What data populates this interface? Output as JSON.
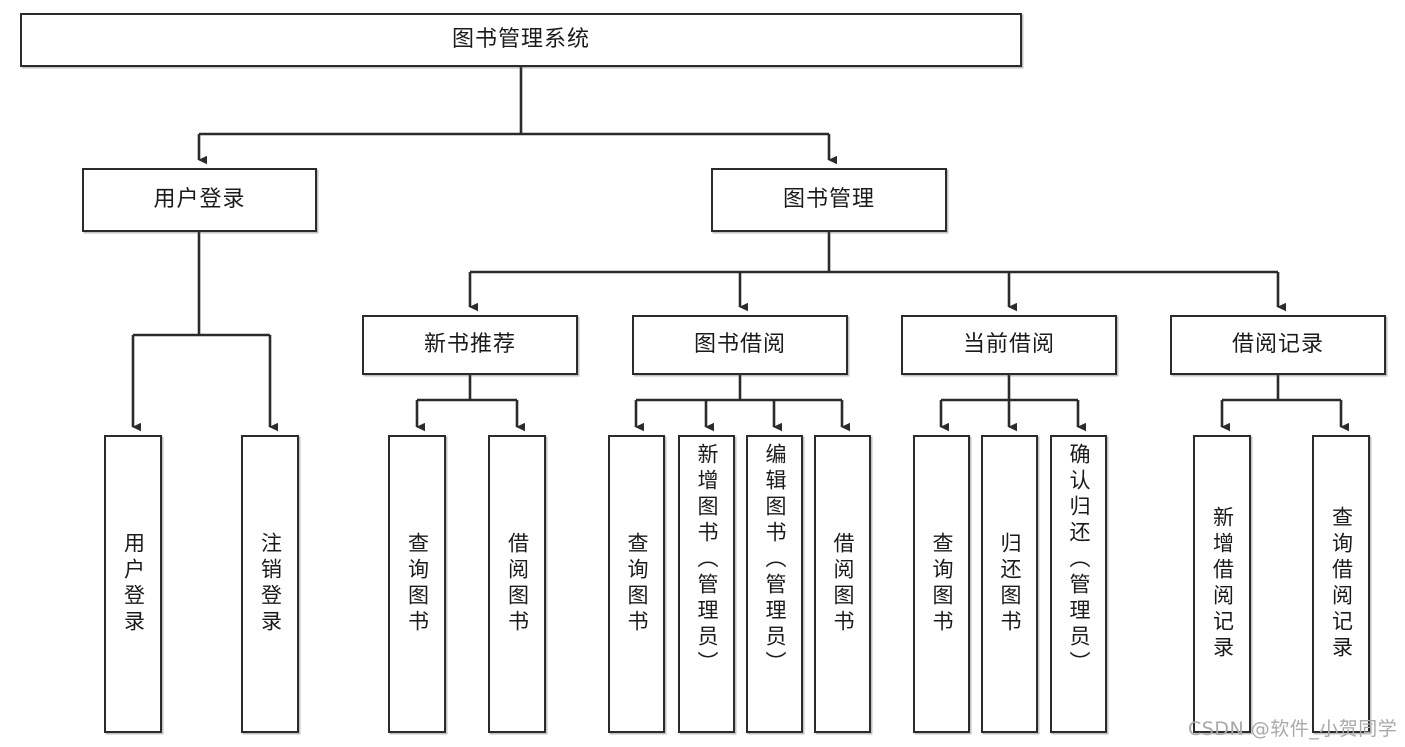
{
  "diagram": {
    "title_node": {
      "label": "图书管理系统"
    },
    "level2": [
      {
        "id": "user-login",
        "label": "用户登录"
      },
      {
        "id": "book-manage",
        "label": "图书管理"
      }
    ],
    "level3": [
      {
        "id": "new-book-recommend",
        "label": "新书推荐"
      },
      {
        "id": "book-borrow",
        "label": "图书借阅"
      },
      {
        "id": "current-borrow",
        "label": "当前借阅"
      },
      {
        "id": "borrow-record",
        "label": "借阅记录"
      }
    ],
    "leaves": {
      "user_login": [
        {
          "id": "leaf-user-login",
          "label": "用户登录"
        },
        {
          "id": "leaf-logout-login",
          "label": "注销登录"
        }
      ],
      "new_book_recommend": [
        {
          "id": "leaf-query-book-1",
          "label": "查询图书"
        },
        {
          "id": "leaf-borrow-book-1",
          "label": "借阅图书"
        }
      ],
      "book_borrow": [
        {
          "id": "leaf-query-book-2",
          "label": "查询图书"
        },
        {
          "id": "leaf-add-book-admin",
          "label": "新增图书（管理员）"
        },
        {
          "id": "leaf-edit-book-admin",
          "label": "编辑图书（管理员）"
        },
        {
          "id": "leaf-borrow-book-2",
          "label": "借阅图书"
        }
      ],
      "current_borrow": [
        {
          "id": "leaf-query-book-3",
          "label": "查询图书"
        },
        {
          "id": "leaf-return-book",
          "label": "归还图书"
        },
        {
          "id": "leaf-confirm-return-admin",
          "label": "确认归还（管理员）"
        }
      ],
      "borrow_record": [
        {
          "id": "leaf-add-borrow-record",
          "label": "新增借阅记录"
        },
        {
          "id": "leaf-query-borrow-record",
          "label": "查询借阅记录"
        }
      ]
    },
    "watermark": {
      "text": "CSDN @软件_小贺同学"
    },
    "colors": {
      "stroke": "#2b2b2b",
      "fill": "#ffffff",
      "text": "#1b1b1b",
      "watermark": "#a9a9a9"
    }
  }
}
